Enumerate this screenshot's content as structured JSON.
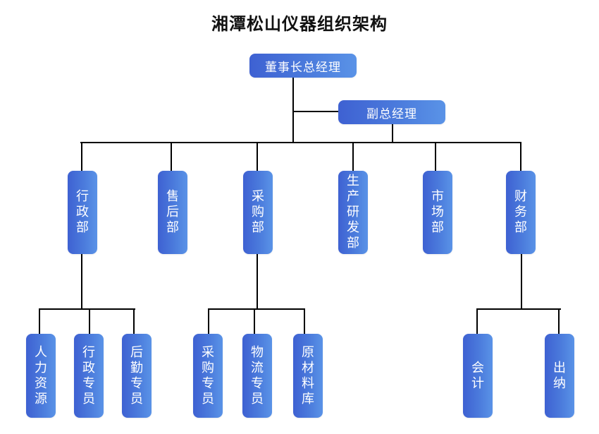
{
  "title": "湘潭松山仪器组织架构",
  "colors": {
    "node_gradient_start": "#3e61d2",
    "node_gradient_end": "#5a93e7",
    "connector": "#000000",
    "node_text": "#ffffff"
  },
  "root": {
    "label": "董事长总经理"
  },
  "deputy": {
    "label": "副总经理"
  },
  "departments": [
    {
      "label": "行政部",
      "children": [
        "人力资源",
        "行政专员",
        "后勤专员"
      ]
    },
    {
      "label": "售后部",
      "children": []
    },
    {
      "label": "采购部",
      "children": [
        "采购专员",
        "物流专员",
        "原材料库"
      ]
    },
    {
      "label": "生产研发部",
      "children": []
    },
    {
      "label": "市场部",
      "children": []
    },
    {
      "label": "财务部",
      "children": [
        "会计",
        "出纳"
      ]
    }
  ]
}
